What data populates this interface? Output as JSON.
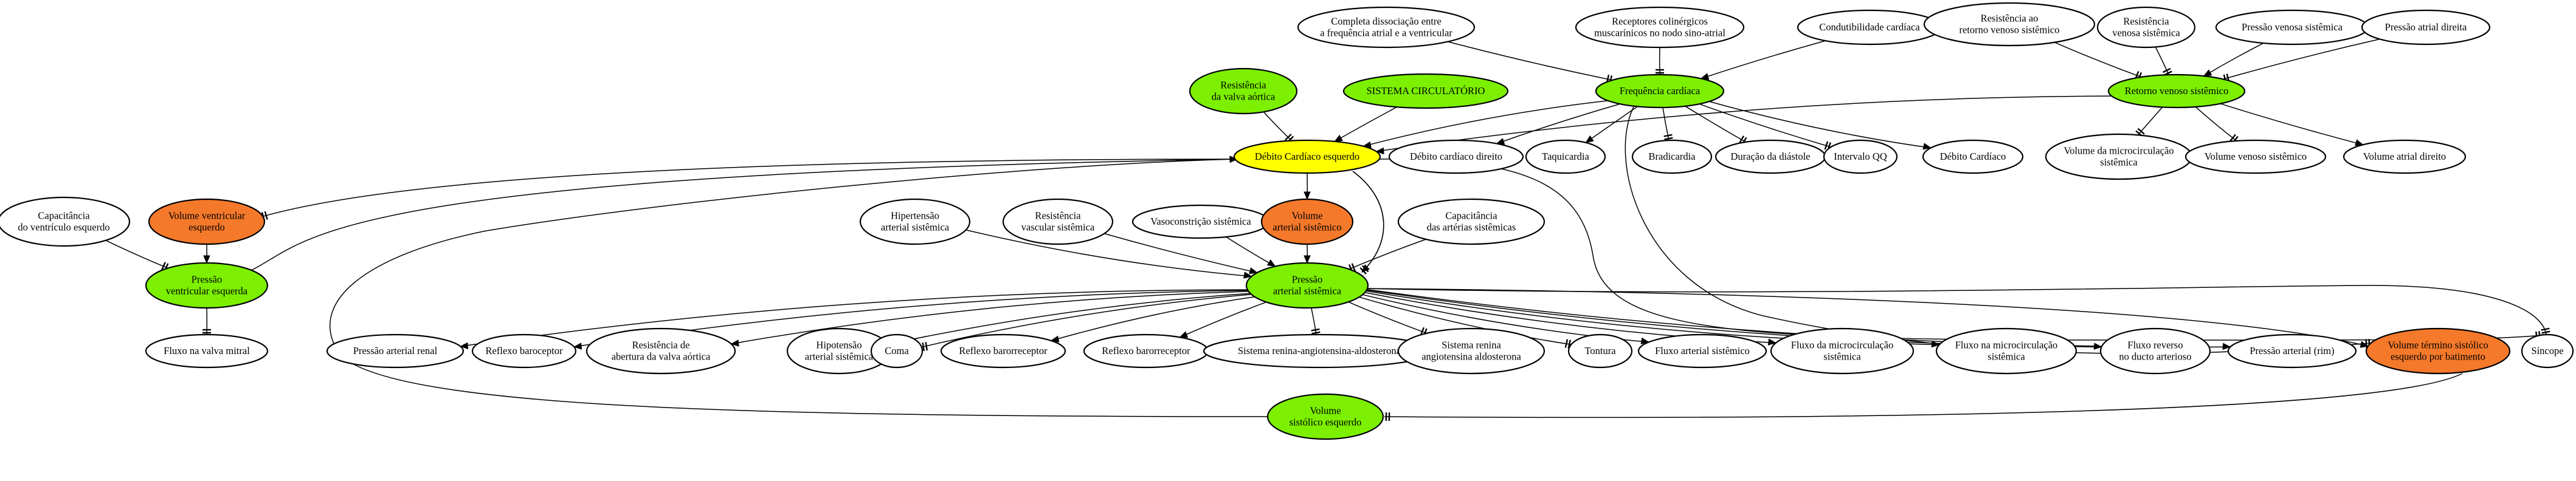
{
  "colors": {
    "background": "#ffffff",
    "stroke": "#000000",
    "default": "#ffffff",
    "green": "#7cf000",
    "yellow": "#ffff00",
    "orange": "#f5792a"
  },
  "nodes": [
    {
      "id": "completa",
      "lines": [
        "Completa dissociação entre",
        "a frequência atrial e a ventricular"
      ],
      "fill": "default"
    },
    {
      "id": "receptores",
      "lines": [
        "Receptores colinérgicos",
        "muscarínicos no nodo sino-atrial"
      ],
      "fill": "default"
    },
    {
      "id": "condutibilidade",
      "lines": [
        "Condutibilidade cardíaca"
      ],
      "fill": "default"
    },
    {
      "id": "res_retorno",
      "lines": [
        "Resistência ao",
        "retorno venoso sistêmico"
      ],
      "fill": "default"
    },
    {
      "id": "res_venosa",
      "lines": [
        "Resistência",
        "venosa sistêmica"
      ],
      "fill": "default"
    },
    {
      "id": "pressao_venosa",
      "lines": [
        "Pressão venosa sistêmica"
      ],
      "fill": "default"
    },
    {
      "id": "pressao_atrial_dir",
      "lines": [
        "Pressão atrial direita"
      ],
      "fill": "default"
    },
    {
      "id": "res_valva",
      "lines": [
        "Resistência",
        "da valva aórtica"
      ],
      "fill": "green"
    },
    {
      "id": "sistema",
      "lines": [
        "SISTEMA CIRCULATÓRIO"
      ],
      "fill": "green"
    },
    {
      "id": "freq",
      "lines": [
        "Frequência cardíaca"
      ],
      "fill": "green"
    },
    {
      "id": "retorno",
      "lines": [
        "Retorno venoso sistêmico"
      ],
      "fill": "green"
    },
    {
      "id": "debito_esq",
      "lines": [
        "Débito Cardíaco esquerdo"
      ],
      "fill": "yellow"
    },
    {
      "id": "debito_dir",
      "lines": [
        "Débito cardíaco direito"
      ],
      "fill": "default"
    },
    {
      "id": "taquicardia",
      "lines": [
        "Taquicardia"
      ],
      "fill": "default"
    },
    {
      "id": "bradicardia",
      "lines": [
        "Bradicardia"
      ],
      "fill": "default"
    },
    {
      "id": "diastole",
      "lines": [
        "Duração da diástole"
      ],
      "fill": "default"
    },
    {
      "id": "intervalo",
      "lines": [
        "Intervalo QQ"
      ],
      "fill": "default"
    },
    {
      "id": "debito_cardiaco",
      "lines": [
        "Débito Cardíaco"
      ],
      "fill": "default"
    },
    {
      "id": "vol_micro_sist",
      "lines": [
        "Volume da microcirculação",
        "sistêmica"
      ],
      "fill": "default"
    },
    {
      "id": "vol_venoso",
      "lines": [
        "Volume venoso sistêmico"
      ],
      "fill": "default"
    },
    {
      "id": "vol_atrial_dir",
      "lines": [
        "Volume atrial direito"
      ],
      "fill": "default"
    },
    {
      "id": "cap_vent",
      "lines": [
        "Capacitância",
        "do ventrículo esquerdo"
      ],
      "fill": "default"
    },
    {
      "id": "vol_vent",
      "lines": [
        "Volume ventricular",
        "esquerdo"
      ],
      "fill": "orange"
    },
    {
      "id": "pressao_vent",
      "lines": [
        "Pressão",
        "ventricular esquerda"
      ],
      "fill": "green"
    },
    {
      "id": "fluxo_mitral",
      "lines": [
        "Fluxo na valva mitral"
      ],
      "fill": "default"
    },
    {
      "id": "hipertensao",
      "lines": [
        "Hipertensão",
        "arterial sistêmica"
      ],
      "fill": "default"
    },
    {
      "id": "res_vascular",
      "lines": [
        "Resistência",
        "vascular sistêmica"
      ],
      "fill": "default"
    },
    {
      "id": "vasoconstricao",
      "lines": [
        "Vasoconstrição sistêmica"
      ],
      "fill": "default"
    },
    {
      "id": "vol_arterial",
      "lines": [
        "Volume",
        "arterial sistêmico"
      ],
      "fill": "orange"
    },
    {
      "id": "cap_arterias",
      "lines": [
        "Capacitância",
        "das artérias sistêmicas"
      ],
      "fill": "default"
    },
    {
      "id": "pressao_art",
      "lines": [
        "Pressão",
        "arterial sistêmica"
      ],
      "fill": "green"
    },
    {
      "id": "pressao_renal",
      "lines": [
        "Pressão arterial renal"
      ],
      "fill": "default"
    },
    {
      "id": "reflexo_baro",
      "lines": [
        "Reflexo baroceptor"
      ],
      "fill": "default"
    },
    {
      "id": "res_abertura",
      "lines": [
        "Resistência de",
        "abertura da valva aórtica"
      ],
      "fill": "default"
    },
    {
      "id": "hipotensao",
      "lines": [
        "Hipotensão",
        "arterial sistêmica"
      ],
      "fill": "default"
    },
    {
      "id": "coma",
      "lines": [
        "Coma"
      ],
      "fill": "default"
    },
    {
      "id": "reflexo_barorr1",
      "lines": [
        "Reflexo barorreceptor"
      ],
      "fill": "default"
    },
    {
      "id": "reflexo_barorr2",
      "lines": [
        "Reflexo barorreceptor"
      ],
      "fill": "default"
    },
    {
      "id": "sra1",
      "lines": [
        "Sistema renina-angiotensina-aldosterona"
      ],
      "fill": "default"
    },
    {
      "id": "sra2",
      "lines": [
        "Sistema renina",
        "angiotensina aldosterona"
      ],
      "fill": "default"
    },
    {
      "id": "tontura",
      "lines": [
        "Tontura"
      ],
      "fill": "default"
    },
    {
      "id": "fluxo_art",
      "lines": [
        "Fluxo arterial sistêmico"
      ],
      "fill": "default"
    },
    {
      "id": "fluxo_micro",
      "lines": [
        "Fluxo da microcirculação",
        "sistêmica"
      ],
      "fill": "default"
    },
    {
      "id": "fluxo_na_micro",
      "lines": [
        "Fluxo na microcirculação",
        "sistêmica"
      ],
      "fill": "default"
    },
    {
      "id": "fluxo_reverso",
      "lines": [
        "Fluxo reverso",
        "no ducto arterioso"
      ],
      "fill": "default"
    },
    {
      "id": "pressao_rim",
      "lines": [
        "Pressão arterial (rim)"
      ],
      "fill": "default"
    },
    {
      "id": "vol_termino",
      "lines": [
        "Volume término sistólico",
        "esquerdo por batimento"
      ],
      "fill": "orange"
    },
    {
      "id": "sincope",
      "lines": [
        "Síncope"
      ],
      "fill": "default"
    },
    {
      "id": "vol_sistolico",
      "lines": [
        "Volume",
        "sistólico esquerdo"
      ],
      "fill": "green"
    }
  ],
  "edges": [
    {
      "from": "completa",
      "to": "freq",
      "arrow": "tee"
    },
    {
      "from": "receptores",
      "to": "freq",
      "arrow": "tee"
    },
    {
      "from": "condutibilidade",
      "to": "freq",
      "arrow": "normal"
    },
    {
      "from": "res_retorno",
      "to": "retorno",
      "arrow": "tee"
    },
    {
      "from": "res_venosa",
      "to": "retorno",
      "arrow": "tee"
    },
    {
      "from": "pressao_venosa",
      "to": "retorno",
      "arrow": "normal"
    },
    {
      "from": "pressao_atrial_dir",
      "to": "retorno",
      "arrow": "tee"
    },
    {
      "from": "res_valva",
      "to": "debito_esq",
      "arrow": "tee"
    },
    {
      "from": "sistema",
      "to": "debito_esq",
      "arrow": "normal"
    },
    {
      "from": "freq",
      "to": "debito_esq",
      "arrow": "normal"
    },
    {
      "from": "retorno",
      "to": "debito_esq",
      "arrow": "normal"
    },
    {
      "from": "freq",
      "to": "debito_dir",
      "arrow": "normal"
    },
    {
      "from": "freq",
      "to": "taquicardia",
      "arrow": "normal"
    },
    {
      "from": "freq",
      "to": "bradicardia",
      "arrow": "tee"
    },
    {
      "from": "freq",
      "to": "diastole",
      "arrow": "tee"
    },
    {
      "from": "freq",
      "to": "intervalo",
      "arrow": "tee"
    },
    {
      "from": "freq",
      "to": "debito_cardiaco",
      "arrow": "normal"
    },
    {
      "from": "freq",
      "to": "vol_termino",
      "arrow": "tee"
    },
    {
      "from": "retorno",
      "to": "vol_micro_sist",
      "arrow": "tee"
    },
    {
      "from": "retorno",
      "to": "vol_venoso",
      "arrow": "tee"
    },
    {
      "from": "retorno",
      "to": "vol_atrial_dir",
      "arrow": "normal"
    },
    {
      "from": "debito_esq",
      "to": "vol_vent",
      "arrow": "tee"
    },
    {
      "from": "debito_esq",
      "to": "vol_arterial",
      "arrow": "normal"
    },
    {
      "from": "debito_esq",
      "to": "pressao_art",
      "arrow": "normal"
    },
    {
      "from": "debito_esq",
      "to": "sincope",
      "arrow": "tee"
    },
    {
      "from": "cap_vent",
      "to": "pressao_vent",
      "arrow": "tee"
    },
    {
      "from": "vol_vent",
      "to": "pressao_vent",
      "arrow": "normal"
    },
    {
      "from": "pressao_vent",
      "to": "debito_esq",
      "arrow": "normal"
    },
    {
      "from": "pressao_vent",
      "to": "fluxo_mitral",
      "arrow": "tee"
    },
    {
      "from": "hipertensao",
      "to": "pressao_art",
      "arrow": "normal"
    },
    {
      "from": "res_vascular",
      "to": "pressao_art",
      "arrow": "normal"
    },
    {
      "from": "vasoconstricao",
      "to": "pressao_art",
      "arrow": "normal"
    },
    {
      "from": "vol_arterial",
      "to": "pressao_art",
      "arrow": "normal"
    },
    {
      "from": "cap_arterias",
      "to": "pressao_art",
      "arrow": "tee"
    },
    {
      "from": "pressao_art",
      "to": "debito_esq",
      "arrow": "tee"
    },
    {
      "from": "pressao_art",
      "to": "pressao_renal",
      "arrow": "normal"
    },
    {
      "from": "pressao_art",
      "to": "reflexo_baro",
      "arrow": "normal"
    },
    {
      "from": "pressao_art",
      "to": "res_abertura",
      "arrow": "normal"
    },
    {
      "from": "pressao_art",
      "to": "hipotensao",
      "arrow": "tee"
    },
    {
      "from": "pressao_art",
      "to": "coma",
      "arrow": "tee"
    },
    {
      "from": "pressao_art",
      "to": "reflexo_barorr1",
      "arrow": "normal"
    },
    {
      "from": "pressao_art",
      "to": "reflexo_barorr2",
      "arrow": "normal"
    },
    {
      "from": "pressao_art",
      "to": "sra1",
      "arrow": "tee"
    },
    {
      "from": "pressao_art",
      "to": "sra2",
      "arrow": "tee"
    },
    {
      "from": "pressao_art",
      "to": "tontura",
      "arrow": "tee"
    },
    {
      "from": "pressao_art",
      "to": "fluxo_art",
      "arrow": "normal"
    },
    {
      "from": "pressao_art",
      "to": "fluxo_micro",
      "arrow": "normal"
    },
    {
      "from": "pressao_art",
      "to": "fluxo_na_micro",
      "arrow": "normal"
    },
    {
      "from": "pressao_art",
      "to": "fluxo_reverso",
      "arrow": "normal"
    },
    {
      "from": "pressao_art",
      "to": "pressao_rim",
      "arrow": "normal"
    },
    {
      "from": "pressao_art",
      "to": "vol_termino",
      "arrow": "normal"
    },
    {
      "from": "pressao_art",
      "to": "sincope",
      "arrow": "tee"
    },
    {
      "from": "vol_termino",
      "to": "vol_sistolico",
      "arrow": "tee"
    },
    {
      "from": "vol_sistolico",
      "to": "debito_esq",
      "arrow": "normal"
    }
  ]
}
